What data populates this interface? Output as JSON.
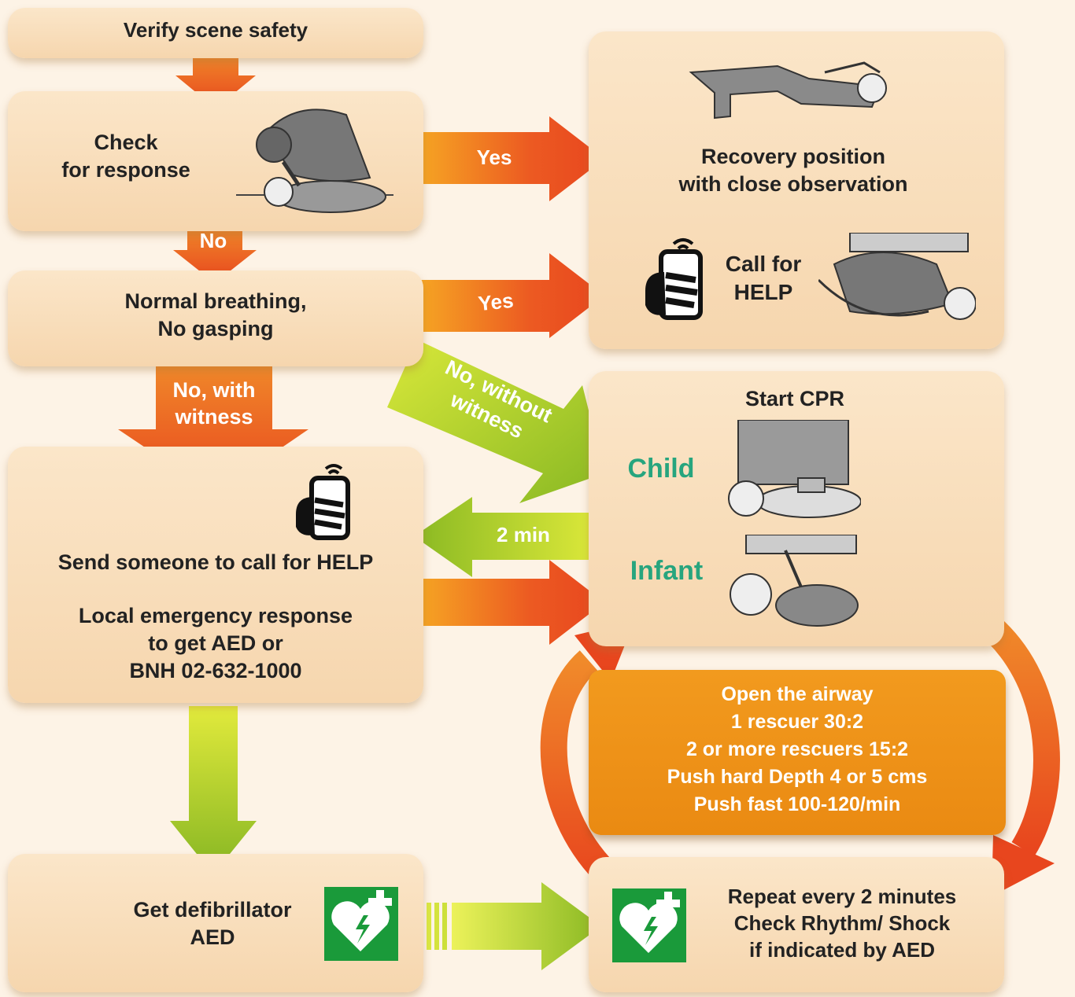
{
  "steps": {
    "verify": "Verify scene safety",
    "check_line1": "Check",
    "check_line2": "for response",
    "breathing_line1": "Normal breathing,",
    "breathing_line2": "No gasping",
    "send_help": "Send someone to call for HELP",
    "local_line1": "Local emergency response",
    "local_line2": "to get AED or",
    "local_line3": "BNH 02-632-1000",
    "aed_line1": "Get defibrillator",
    "aed_line2": "AED",
    "recovery_line1": "Recovery position",
    "recovery_line2": "with close observation",
    "callhelp_line1": "Call for",
    "callhelp_line2": "HELP",
    "start_cpr": "Start CPR",
    "child": "Child",
    "infant": "Infant",
    "repeat_line1": "Repeat every 2 minutes",
    "repeat_line2": "Check Rhythm/ Shock",
    "repeat_line3": "if indicated by AED"
  },
  "cpr_instructions": [
    "Open the airway",
    "1 rescuer 30:2",
    "2 or more rescuers 15:2",
    "Push hard Depth 4 or 5 cms",
    "Push fast 100-120/min"
  ],
  "arrows": {
    "yes_response": "Yes",
    "no_response": "No",
    "yes_breathing": "Yes",
    "no_witness_line1": "No, with",
    "no_witness_line2": "witness",
    "no_without_line1": "No, without",
    "no_without_line2": "witness",
    "two_min": "2 min"
  },
  "colors": {
    "orange_red": "#e8461e",
    "orange": "#f29a1e",
    "yellow_green": "#c9dc1e",
    "green": "#8ab923",
    "aed_green": "#1a9a3a",
    "label_green": "#27a57e"
  },
  "icons": [
    "phone-icon",
    "aed-heart-icon"
  ]
}
